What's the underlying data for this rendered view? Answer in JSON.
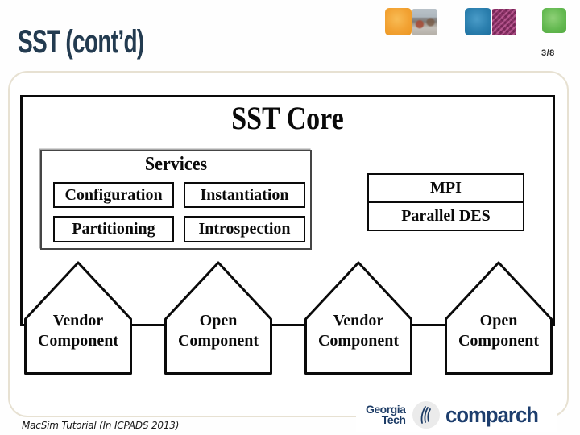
{
  "slide": {
    "title": "SST (cont’d)",
    "page_number": "3/8",
    "footer_note": "MacSim Tutorial (In ICPADS 2013)"
  },
  "diagram": {
    "core_title": "SST Core",
    "services": {
      "title": "Services",
      "items": [
        "Configuration",
        "Instantiation",
        "Partitioning",
        "Introspection"
      ]
    },
    "comm_stack": [
      "MPI",
      "Parallel DES"
    ],
    "components": [
      {
        "line1": "Vendor",
        "line2": "Component"
      },
      {
        "line1": "Open",
        "line2": "Component"
      },
      {
        "line1": "Vendor",
        "line2": "Component"
      },
      {
        "line1": "Open",
        "line2": "Component"
      }
    ]
  },
  "footer_logos": {
    "georgia_tech": {
      "line1": "Georgia",
      "line2": "Tech"
    },
    "comparch": "comparch"
  },
  "decoration": {
    "squares": [
      "orange-square",
      "campus-photo",
      "blue-square",
      "chip-photo",
      "green-square"
    ]
  },
  "colors": {
    "title_navy": "#233b50",
    "logo_navy": "#1d3c66",
    "diagram_black": "#0a0a0a",
    "content_border_tan": "#e7e1d2",
    "accent_orange": "#f2a233",
    "accent_blue": "#2b7fae",
    "accent_green": "#62b84f",
    "chip_purple": "#93376b"
  }
}
